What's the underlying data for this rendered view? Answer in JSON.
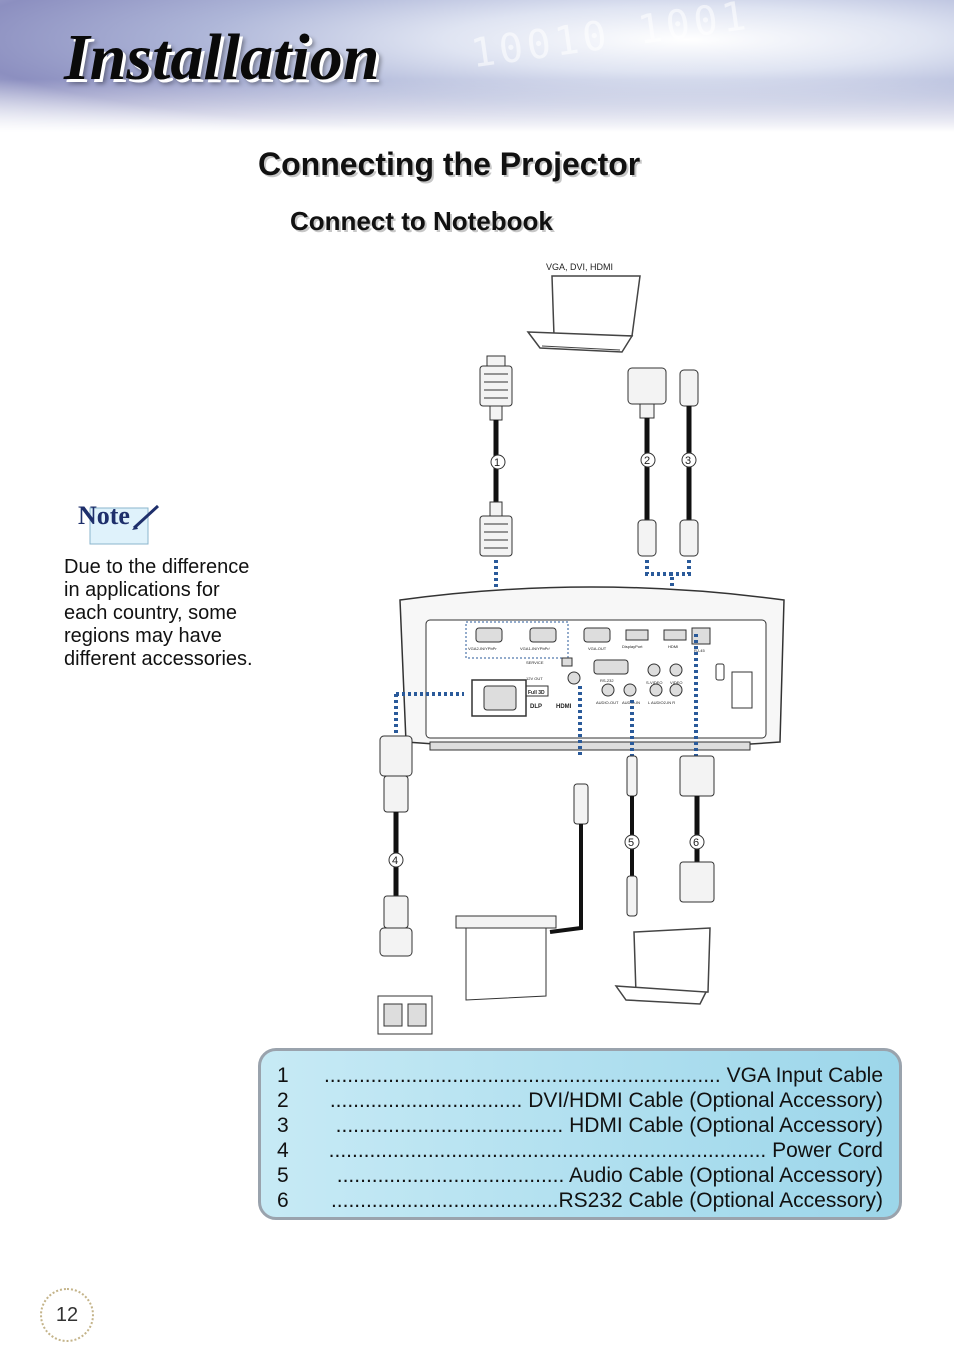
{
  "header": {
    "title": "Installation"
  },
  "section_title": "Connecting the Projector",
  "sub_title": "Connect to Notebook",
  "note": {
    "icon_text": "Note",
    "text": "Due to the difference in applications for each country, some regions may have different accessories."
  },
  "diagram": {
    "notebook_label": "VGA, DVI, HDMI",
    "callouts": [
      "1",
      "2",
      "3",
      "4",
      "5",
      "6"
    ],
    "port_labels": {
      "vga1": "VGA2-IN/YPbPr",
      "vga2": "VGA1-IN/YPbPr/",
      "vgaout": "VGA-OUT",
      "display": "DisplayPort",
      "hdmi": "HDMI",
      "rj45": "RJ-45",
      "rs232": "RS-232",
      "service": "SERVICE",
      "dc12v": "12V OUT",
      "svideo": "S-VIDEO",
      "video": "VIDEO",
      "audioout": "AUDIO-OUT",
      "audioin": "AUDIO-IN",
      "audioin2": "L AUDIO2-IN R",
      "full3d": "Full 3D",
      "dlp": "DLP",
      "hdmilogo": "HDMI"
    }
  },
  "legend": {
    "items": [
      {
        "num": "1",
        "dots": "....................................................................",
        "label": "VGA Input Cable"
      },
      {
        "num": "2",
        "dots": ".................................",
        "label": "DVI/HDMI Cable (Optional Accessory)"
      },
      {
        "num": "3",
        "dots": ".......................................",
        "label": "HDMI Cable (Optional Accessory)"
      },
      {
        "num": "4",
        "dots": "...........................................................................",
        "label": "Power Cord"
      },
      {
        "num": "5",
        "dots": ".......................................",
        "label": "Audio Cable (Optional Accessory)"
      },
      {
        "num": "6",
        "dots": ".......................................",
        "label": "RS232 Cable (Optional Accessory)"
      }
    ]
  },
  "page_number": "12"
}
